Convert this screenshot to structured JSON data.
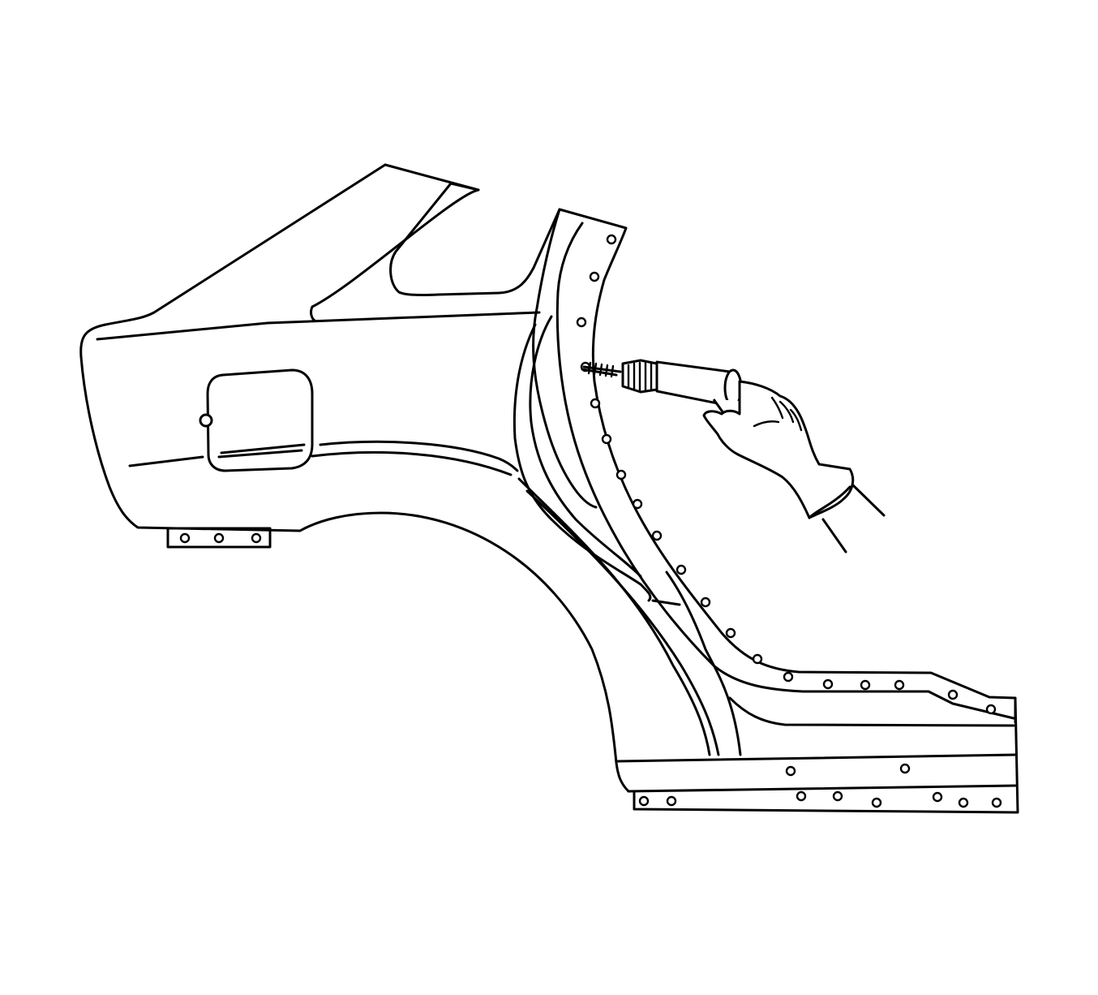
{
  "figure": {
    "subject": "quarter-panel-illustration",
    "components": [
      "quarter-outer-panel",
      "fuel-door",
      "wheel-opening",
      "body-side-reinforcement",
      "rocker-flange",
      "drill-tool",
      "gloved-hand"
    ]
  },
  "colors": {
    "line": "#000000",
    "background": "#ffffff"
  },
  "icons": {
    "tool": "drill-icon",
    "hand": "gloved-hand-icon",
    "spot_weld": "spot-weld-marker"
  }
}
